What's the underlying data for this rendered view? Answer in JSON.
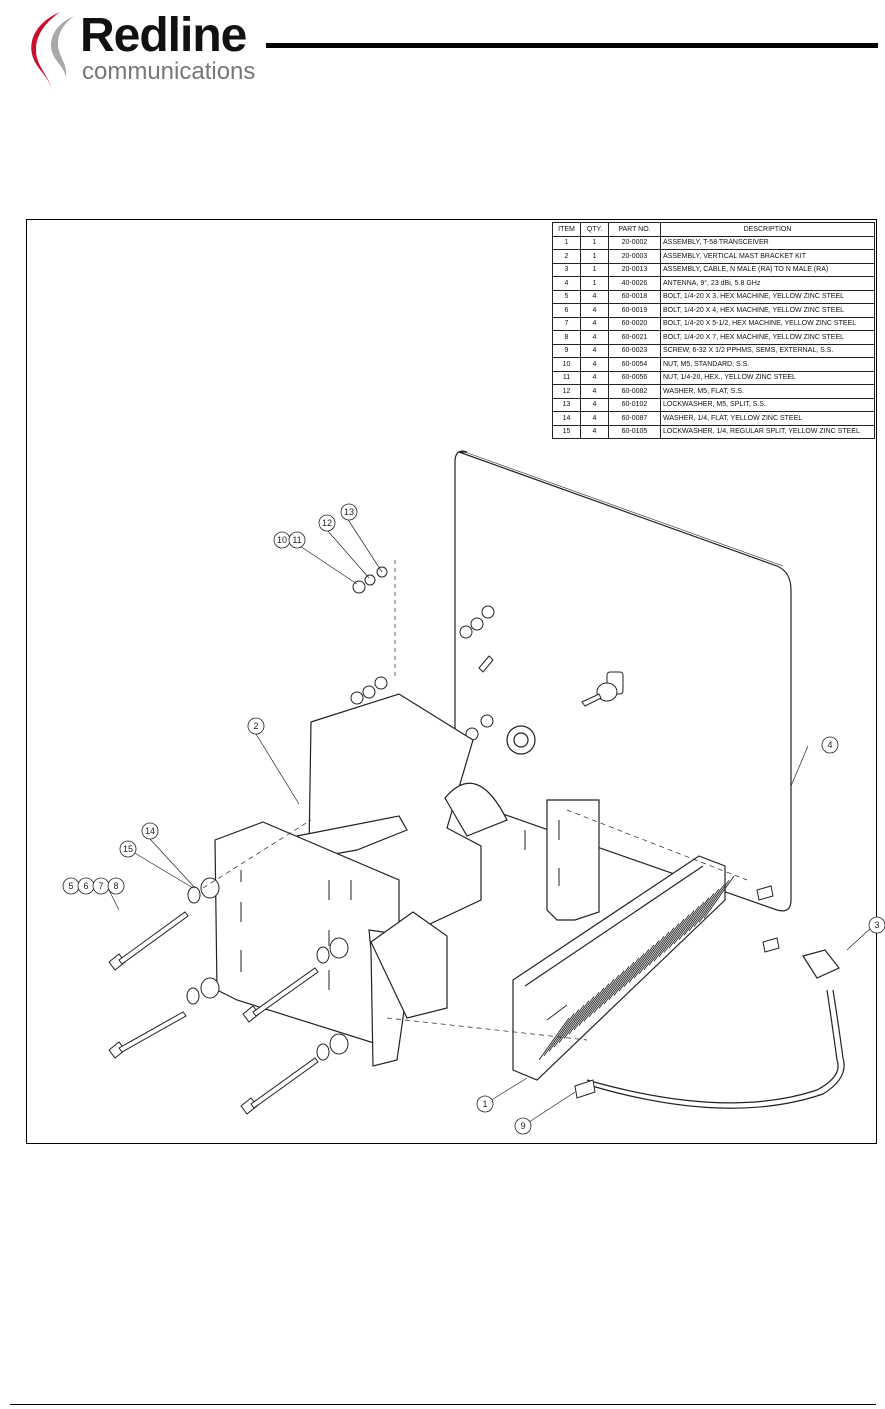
{
  "header": {
    "logo_name": "Redline",
    "logo_sub": "communications",
    "brand_color": "#c8102e"
  },
  "parts_table": {
    "columns": [
      "ITEM",
      "QTY.",
      "PART NO.",
      "DESCRIPTION"
    ],
    "rows": [
      [
        "1",
        "1",
        "20-0002",
        "ASSEMBLY, T-58 TRANSCEIVER"
      ],
      [
        "2",
        "1",
        "20-0003",
        "ASSEMBLY, VERTICAL MAST BRACKET KIT"
      ],
      [
        "3",
        "1",
        "20-0013",
        "ASSEMBLY, CABLE, N MALE (RA) TO N MALE (RA)"
      ],
      [
        "4",
        "1",
        "40-0026",
        "ANTENNA, 9°, 23 dBi, 5.8 GHz"
      ],
      [
        "5",
        "4",
        "60-0018",
        "BOLT, 1/4-20 X 3, HEX MACHINE, YELLOW ZINC STEEL"
      ],
      [
        "6",
        "4",
        "60-0019",
        "BOLT, 1/4-20 X 4, HEX MACHINE, YELLOW ZINC STEEL"
      ],
      [
        "7",
        "4",
        "60-0020",
        "BOLT, 1/4-20 X 5-1/2, HEX MACHINE, YELLOW ZINC STEEL"
      ],
      [
        "8",
        "4",
        "60-0021",
        "BOLT, 1/4-20 X 7, HEX MACHINE, YELLOW ZINC STEEL"
      ],
      [
        "9",
        "4",
        "60-0023",
        "SCREW, 6-32 X 1/2 PPHMS, SEMS, EXTERNAL, S.S."
      ],
      [
        "10",
        "4",
        "60-0054",
        "NUT, M5, STANDARD, S.S."
      ],
      [
        "11",
        "4",
        "60-0056",
        "NUT, 1/4-20, HEX., YELLOW ZINC STEEL"
      ],
      [
        "12",
        "4",
        "60-0082",
        "WASHER, M5, FLAT, S.S."
      ],
      [
        "13",
        "4",
        "60-0102",
        "LOCKWASHER, M5, SPLIT, S.S."
      ],
      [
        "14",
        "4",
        "60-0087",
        "WASHER, 1/4, FLAT, YELLOW ZINC STEEL"
      ],
      [
        "15",
        "4",
        "60-0105",
        "LOCKWASHER, 1/4, REGULAR SPLIT, YELLOW ZINC STEEL"
      ]
    ]
  },
  "callouts": {
    "c1": "1",
    "c2": "2",
    "c3": "3",
    "c4": "4",
    "c5": "5",
    "c6": "6",
    "c7": "7",
    "c8": "8",
    "c9": "9",
    "c10": "10",
    "c11": "11",
    "c12": "12",
    "c13": "13",
    "c14": "14",
    "c15": "15"
  }
}
